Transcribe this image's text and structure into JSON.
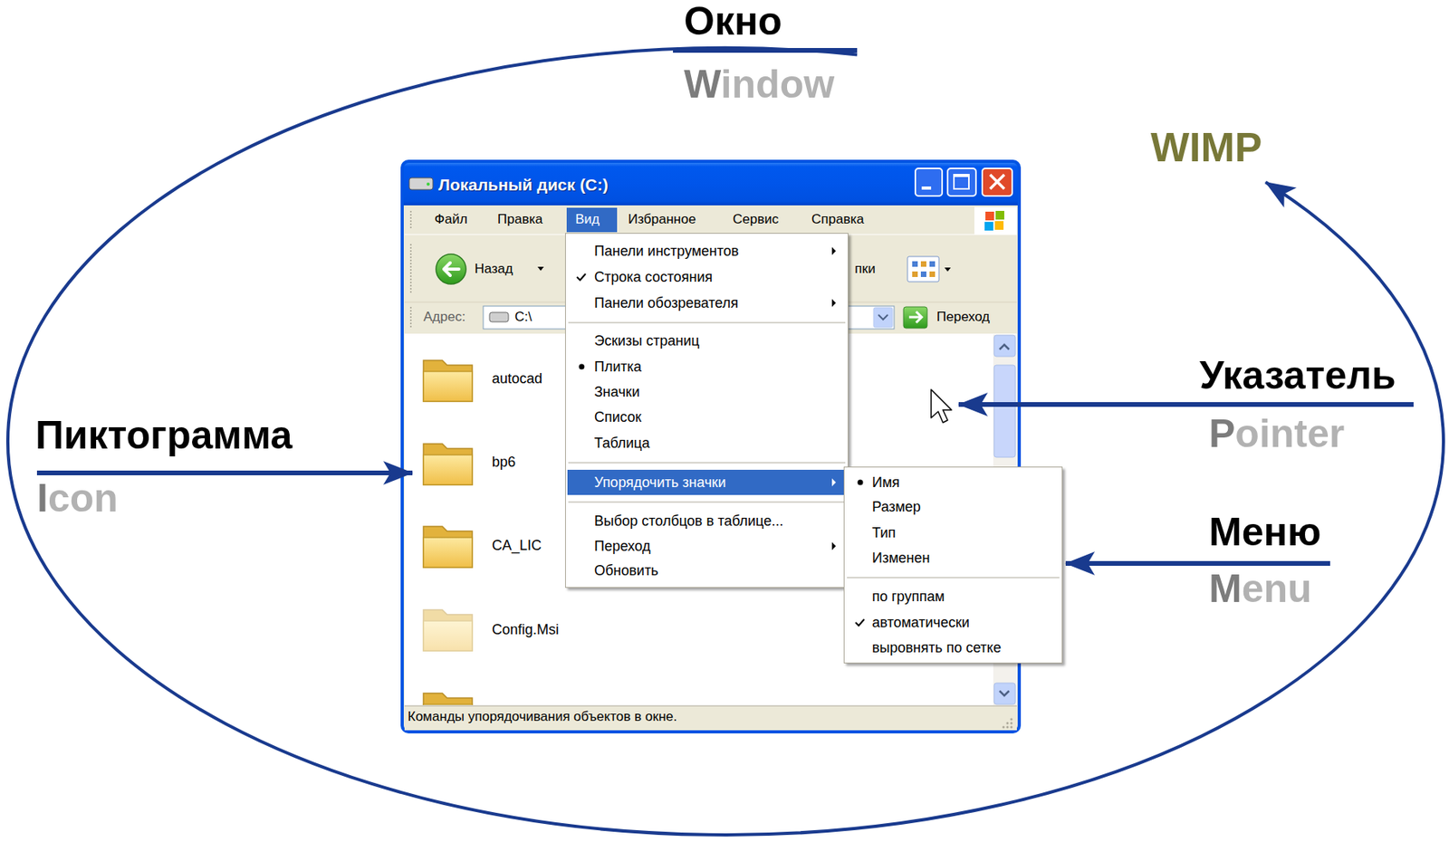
{
  "diagram": {
    "nodes": [
      {
        "text": [
          "Локальный диск (C:)"
        ]
      },
      {
        "text": [
          "Панели инструментов",
          "Строка состояния",
          "Панели обозревателя",
          "Эскизы страниц",
          "Плитка",
          "Значки",
          "Список",
          "Таблица",
          "Упорядочить значки",
          "Выбор столбцов в таблице...",
          "Переход",
          "Обновить"
        ],
        "in": 0
      },
      {
        "text": [
          "Имя",
          "Размер",
          "Тип",
          "Изменен",
          "по группам",
          "автоматически",
          "выровнять по сетке"
        ],
        "in": 0
      }
    ],
    "labels": [
      "Окно",
      "Window",
      "WIMP",
      "Указатель",
      "Pointer",
      "Пиктограмма",
      "Icon",
      "Меню",
      "Menu",
      "Файл",
      "Правка",
      "Вид",
      "Избранное",
      "Сервис",
      "Справка",
      "Назад",
      "пки",
      "Адрес:",
      "C:\\",
      "Переход",
      "autocad",
      "bp6",
      "CA_LIC",
      "Config.Msi",
      "Команды упорядочивания объектов в окне."
    ]
  }
}
